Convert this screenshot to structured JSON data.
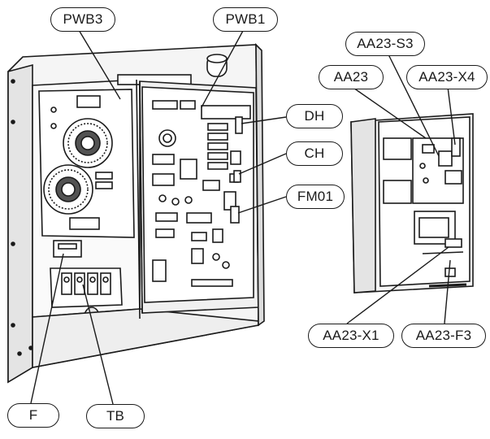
{
  "colors": {
    "ink": "#1a1a1a",
    "panel": "#f2f2f2",
    "panel_dark": "#d6d6d6",
    "board": "#ffffff",
    "component": "#9a9a9a",
    "background": "#ffffff"
  },
  "callouts": [
    {
      "id": "pwb3",
      "label": "PWB3"
    },
    {
      "id": "pwb1",
      "label": "PWB1"
    },
    {
      "id": "aa23-s3",
      "label": "AA23-S3"
    },
    {
      "id": "aa23",
      "label": "AA23"
    },
    {
      "id": "aa23-x4",
      "label": "AA23-X4"
    },
    {
      "id": "dh",
      "label": "DH"
    },
    {
      "id": "ch",
      "label": "CH"
    },
    {
      "id": "fm01",
      "label": "FM01"
    },
    {
      "id": "aa23-x1",
      "label": "AA23-X1"
    },
    {
      "id": "aa23-f3",
      "label": "AA23-F3"
    },
    {
      "id": "f",
      "label": "F"
    },
    {
      "id": "tb",
      "label": "TB"
    }
  ]
}
